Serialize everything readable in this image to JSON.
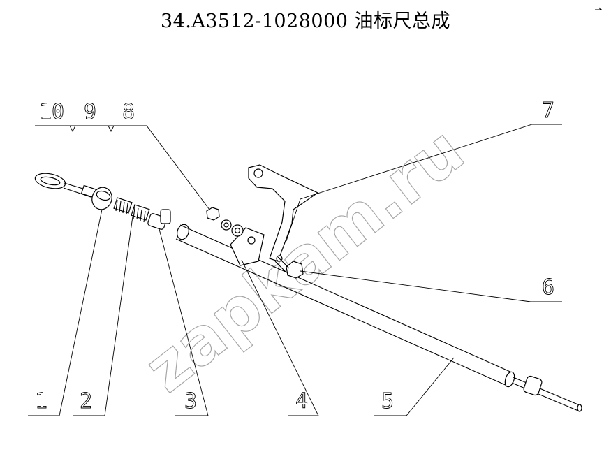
{
  "title": "34.A3512-1028000  油标尺总成",
  "watermark": "zapkam.ru",
  "callouts": {
    "c1": "1",
    "c2": "2",
    "c3": "3",
    "c4": "4",
    "c5": "5",
    "c6": "6",
    "c7": "7",
    "c8": "8",
    "c9": "9",
    "c10": "10"
  }
}
